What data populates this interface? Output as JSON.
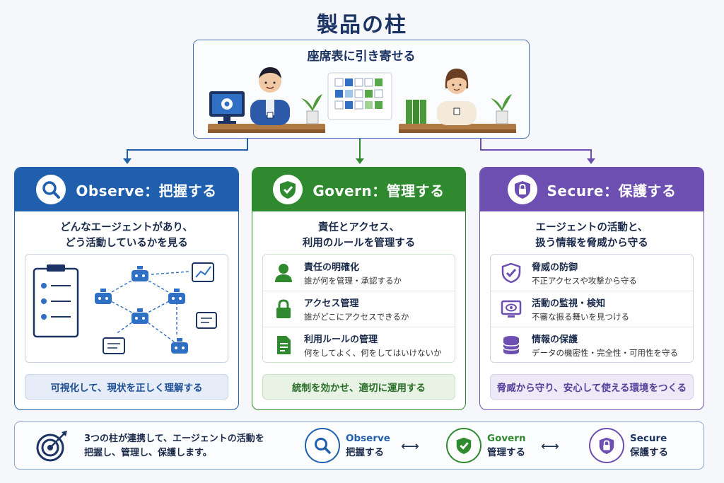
{
  "title": "製品の柱",
  "seating": {
    "title": "座席表に引き寄せる"
  },
  "pillars": [
    {
      "key": "observe",
      "label": "Observe：把握する",
      "desc_line1": "どんなエージェントがあり、",
      "desc_line2": "どう活動しているかを見る",
      "footer": "可視化して、現状を正しく理解する",
      "color": "#1f5fae"
    },
    {
      "key": "govern",
      "label": "Govern：管理する",
      "desc_line1": "責任とアクセス、",
      "desc_line2": "利用のルールを管理する",
      "items": [
        {
          "title": "責任の明確化",
          "sub": "誰が何を管理・承認するか",
          "icon": "person-icon"
        },
        {
          "title": "アクセス管理",
          "sub": "誰がどこにアクセスできるか",
          "icon": "lock-icon"
        },
        {
          "title": "利用ルールの管理",
          "sub": "何をしてよく、何をしてはいけないか",
          "icon": "document-icon"
        }
      ],
      "footer": "統制を効かせ、適切に運用する",
      "color": "#2f8a2f"
    },
    {
      "key": "secure",
      "label": "Secure：保護する",
      "desc_line1": "エージェントの活動と、",
      "desc_line2": "扱う情報を脅威から守る",
      "items": [
        {
          "title": "脅威の防御",
          "sub": "不正アクセスや攻撃から守る",
          "icon": "shield-icon"
        },
        {
          "title": "活動の監視・検知",
          "sub": "不審な振る舞いを見つける",
          "icon": "monitor-eye-icon"
        },
        {
          "title": "情報の保護",
          "sub": "データの機密性・完全性・可用性を守る",
          "icon": "database-icon"
        }
      ],
      "footer": "脅威から守り、安心して使える環境をつくる",
      "color": "#6c4fb1"
    }
  ],
  "bottom": {
    "line1": "3つの柱が連携して、エージェントの活動を",
    "line2": "把握し、管理し、保護します。",
    "observe_en": "Observe",
    "observe_ja": "把握する",
    "govern_en": "Govern",
    "govern_ja": "管理する",
    "secure_en": "Secure",
    "secure_ja": "保護する",
    "connector": "⟷"
  }
}
